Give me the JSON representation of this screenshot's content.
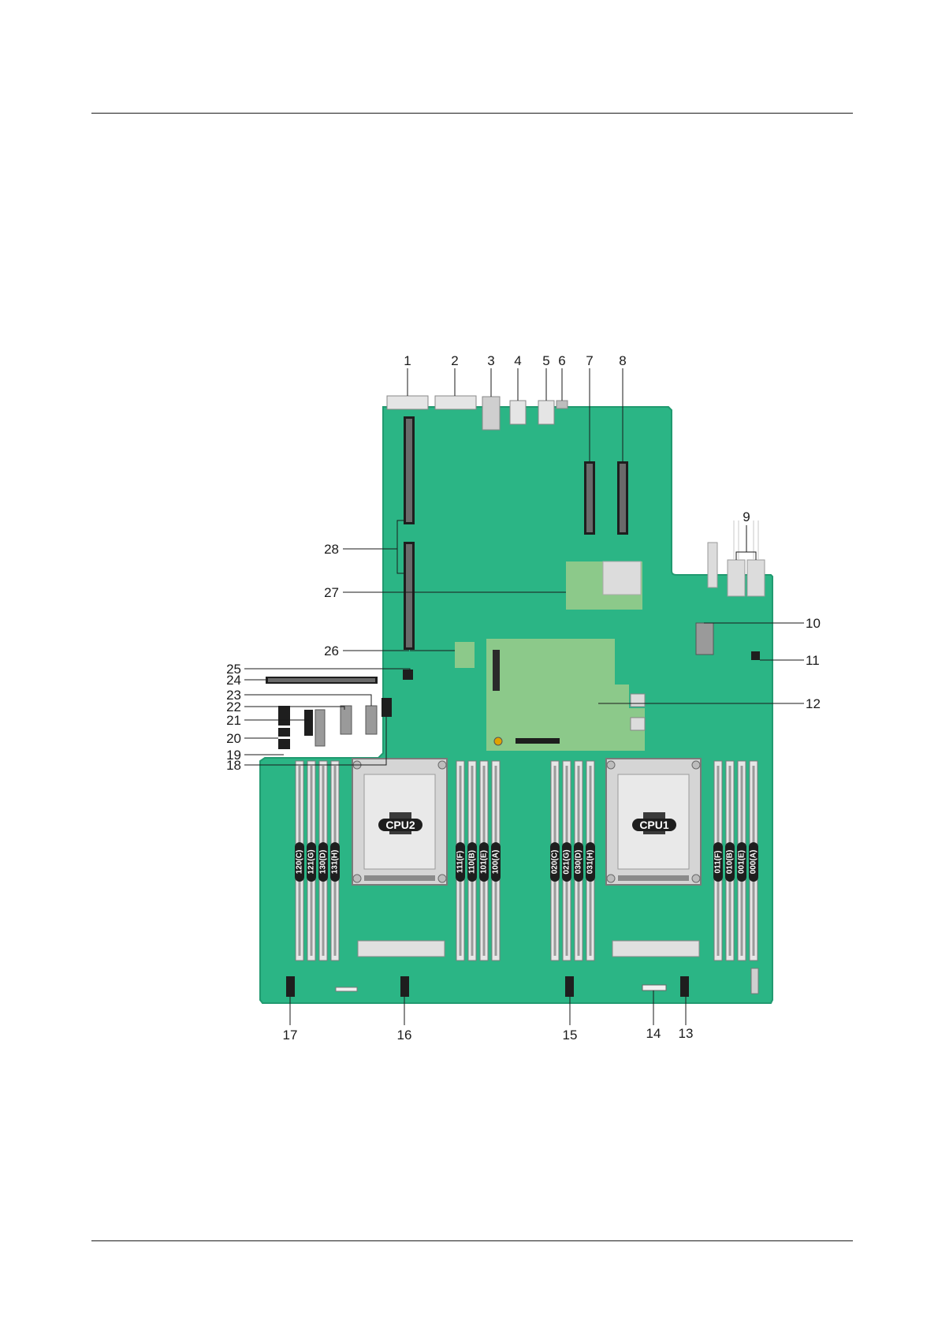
{
  "colors": {
    "board": "#2bb585",
    "board_edge": "#219a70",
    "chip": "#8cc98a",
    "slot": "#3a3a3a",
    "leader": "#1a1a1a"
  },
  "callouts": [
    "1",
    "2",
    "3",
    "4",
    "5",
    "6",
    "7",
    "8",
    "9",
    "10",
    "11",
    "12",
    "13",
    "14",
    "15",
    "16",
    "17",
    "18",
    "19",
    "20",
    "21",
    "22",
    "23",
    "24",
    "25",
    "26",
    "27",
    "28"
  ],
  "cpus": [
    "CPU2",
    "CPU1"
  ],
  "dimm_groups": [
    [
      "120(C)",
      "121(G)",
      "130(D)",
      "131(H)"
    ],
    [
      "111(F)",
      "110(B)",
      "101(E)",
      "100(A)"
    ],
    [
      "020(C)",
      "021(G)",
      "030(D)",
      "031(H)"
    ],
    [
      "011(F)",
      "010(B)",
      "001(E)",
      "000(A)"
    ]
  ]
}
